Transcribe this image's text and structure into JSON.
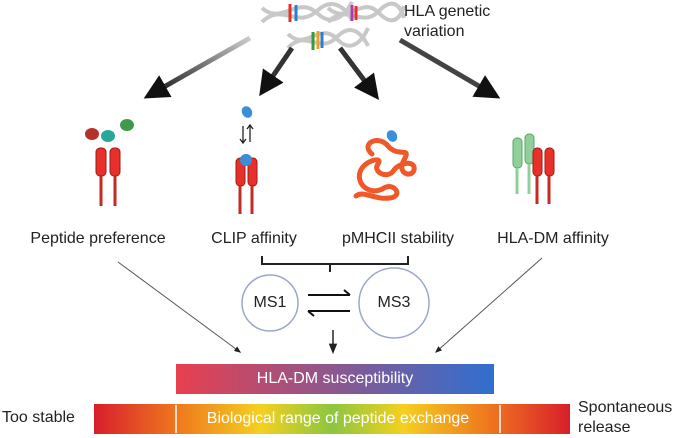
{
  "title_label": "HLA genetic variation",
  "factors": [
    {
      "label": "Peptide preference"
    },
    {
      "label": "CLIP affinity"
    },
    {
      "label": "pMHCII stability"
    },
    {
      "label": "HLA-DM affinity"
    }
  ],
  "states": [
    {
      "label": "MS1"
    },
    {
      "label": "MS3"
    }
  ],
  "susceptibility_label": "HLA-DM susceptibility",
  "exchange_bar": {
    "label": "Biological range of peptide exchange",
    "left_label": "Too stable",
    "right_label": "Spontaneous release"
  },
  "colors": {
    "mhc_red": "#e8302a",
    "mhc_outline": "#9e1b16",
    "peptide_blue": "#3a8fd8",
    "peptide_teal": "#2aa59a",
    "peptide_red": "#b4322a",
    "peptide_green": "#3f9a4c",
    "dm_green": "#8fd09a",
    "orange_chain": "#f0582a",
    "susceptibility_left": "#e8404f",
    "susceptibility_right": "#2f6fd0",
    "exchange_colors": [
      "#d81e2c",
      "#f07b1e",
      "#f4d020",
      "#8cc63f",
      "#f4d020",
      "#f07b1e",
      "#d81e2c"
    ]
  }
}
